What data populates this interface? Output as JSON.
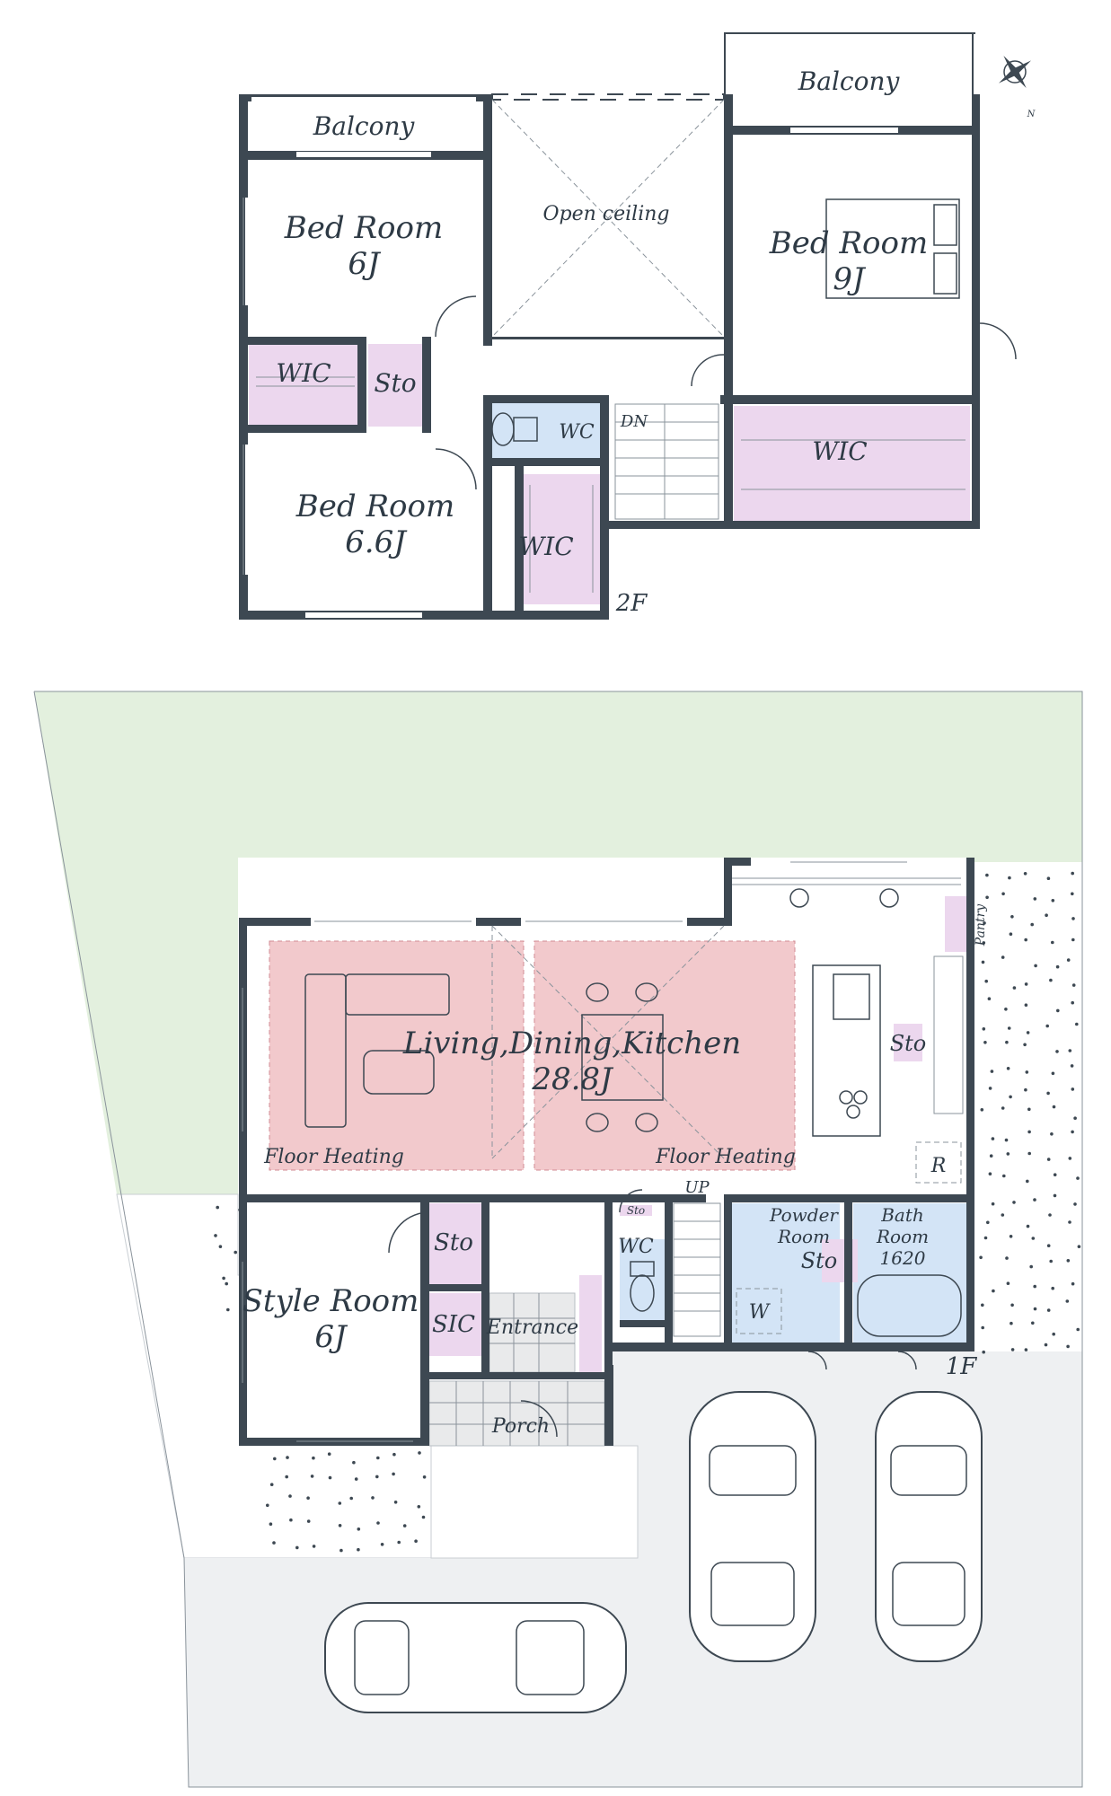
{
  "colors": {
    "wall": "#3d4852",
    "closet": "#ecd7ee",
    "wet_area": "#d3e4f6",
    "ldk": "#f2c9cc",
    "lawn": "#e3f0de",
    "paving": "#eef0f2",
    "tile": "#e9eaeb"
  },
  "floor2": {
    "label": "2F",
    "rooms": {
      "balcony_left": "Balcony",
      "balcony_right": "Balcony",
      "bedroom_a": {
        "name": "Bed Room",
        "size": "6J"
      },
      "open_ceiling": "Open ceiling",
      "bedroom_b": {
        "name": "Bed Room",
        "size": "9J"
      },
      "wic_a": "WIC",
      "sto": "Sto",
      "wc": "WC",
      "stair": "DN",
      "wic_b": "WIC",
      "bedroom_c": {
        "name": "Bed Room",
        "size": "6.6J"
      },
      "wic_c": "WIC"
    }
  },
  "floor1": {
    "label": "1F",
    "rooms": {
      "ldk": {
        "name": "Living,Dining,Kitchen",
        "size": "28.8J"
      },
      "floor_heating_left": "Floor Heating",
      "floor_heating_right": "Floor Heating",
      "pantry": "Pantry",
      "kitchen_sto": "Sto",
      "fridge": "R",
      "style_room": {
        "name": "Style Room",
        "size": "6J"
      },
      "sto_hall": "Sto",
      "sic": "SIC",
      "entrance": "Entrance",
      "porch": "Porch",
      "small_sto": "Sto",
      "wc": "WC",
      "stair": "UP",
      "powder_room": "Powder Room",
      "powder_line1": "Powder",
      "powder_line2": "Room",
      "powder_sto": "Sto",
      "washer": "W",
      "bath_line1": "Bath",
      "bath_line2": "Room",
      "bath_size": "1620"
    }
  },
  "compass": {
    "north_label": "N"
  }
}
